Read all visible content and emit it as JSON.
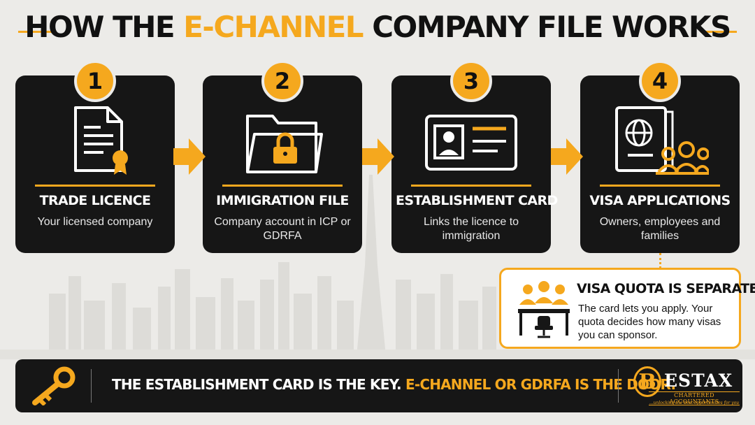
{
  "title": {
    "part1": "HOW THE ",
    "accent": "E-CHANNEL",
    "part2": " COMPANY FILE WORKS"
  },
  "steps": [
    {
      "number": "1",
      "title": "TRADE LICENCE",
      "description": "Your licensed company",
      "icon": "document-certificate-icon"
    },
    {
      "number": "2",
      "title": "IMMIGRATION FILE",
      "description": "Company account in ICP or GDRFA",
      "icon": "folder-lock-icon"
    },
    {
      "number": "3",
      "title": "ESTABLISHMENT CARD",
      "description": "Links the licence to immigration",
      "icon": "id-card-icon"
    },
    {
      "number": "4",
      "title": "VISA APPLICATIONS",
      "description": "Owners, employees and families",
      "icon": "passport-people-icon"
    }
  ],
  "quota": {
    "title": "VISA QUOTA IS SEPARATE",
    "text": "The card lets you apply. Your quota decides how many visas you can sponsor.",
    "icon": "people-desk-icon"
  },
  "footer": {
    "text_part1": "THE ESTABLISHMENT CARD IS THE KEY. ",
    "text_accent": "E-CHANNEL OR GDRFA IS THE DOOR.",
    "icon": "key-icon"
  },
  "logo": {
    "letter": "B",
    "name": "ESTAX",
    "subtitle": "CHARTERED ACCOUNTANTS",
    "tagline": "...unlocking the best opportunities for you"
  },
  "colors": {
    "accent": "#f5a81e",
    "card": "#161616",
    "background": "#ecebe8"
  }
}
